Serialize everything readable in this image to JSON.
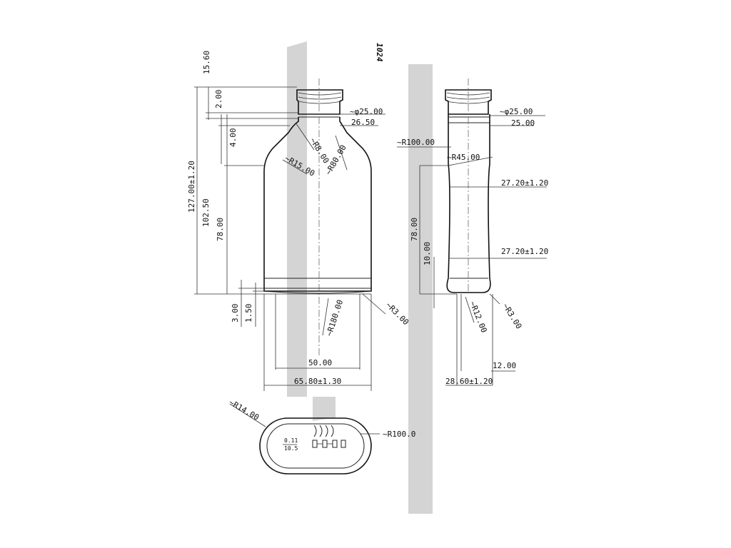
{
  "watermark": {
    "text": "1024"
  },
  "front_view": {
    "overall_height": "127.00±1.20",
    "top_height": "15.60",
    "finish_height": "2.00",
    "neck_height": "4.00",
    "body_height": "102.50",
    "straight_height": "78.00",
    "base_step": "3.00",
    "base_recess": "1.50",
    "neck_diameter": "~φ25.00",
    "finish_width": "26.50",
    "neck_radius": "~R8.00",
    "shoulder_radius": "~R80.00",
    "corner_radius": "~R15.00",
    "bottom_edge_radius": "~R3.00",
    "base_radius": "~R180.00",
    "base_width": "50.00",
    "body_width": "65.80±1.30"
  },
  "side_view": {
    "neck_diameter": "~φ25.00",
    "neck_width": "25.00",
    "shoulder_radius": "~R100.00",
    "side_radius": "~R45.00",
    "upper_thickness": "27.20±1.20",
    "straight_height": "78.00",
    "base_height": "10.00",
    "lower_thickness": "27.20±1.20",
    "foot_radius": "~R12.00",
    "corner_radius": "~R3.00",
    "foot_width": "12.00",
    "body_thickness": "28.60±1.20"
  },
  "bottom_view": {
    "end_radius": "~R14.00",
    "side_radius": "~R100.0",
    "marking_top": "0.11",
    "marking_bottom": "10.5"
  }
}
